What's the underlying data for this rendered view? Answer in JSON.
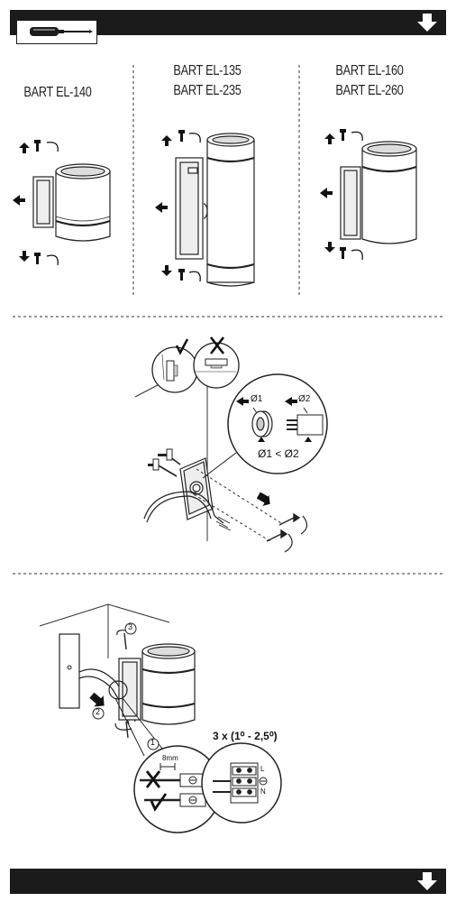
{
  "models": {
    "col1": [
      "BART EL-140"
    ],
    "col2": [
      "BART EL-135",
      "BART EL-235"
    ],
    "col3": [
      "BART EL-160",
      "BART EL-260"
    ]
  },
  "step2": {
    "d1": "Ø1",
    "d2": "Ø2",
    "relation": "Ø1 < Ø2"
  },
  "step3": {
    "n1": "1",
    "n2": "2",
    "n3": "3",
    "cable_spec": "3 x (1⁰ - 2,5⁰)",
    "strip_length": "8mm",
    "terminal_L": "L",
    "terminal_N": "N"
  }
}
